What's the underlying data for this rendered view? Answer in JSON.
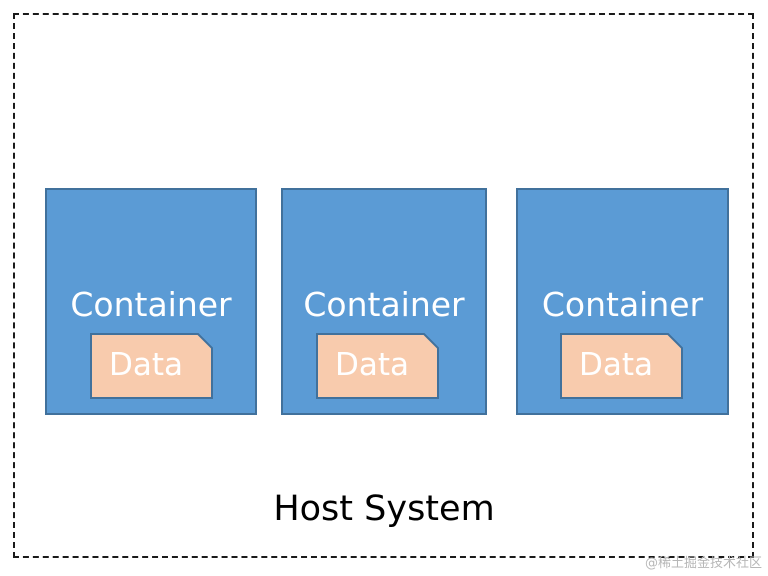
{
  "host": {
    "label": "Host System"
  },
  "containers": [
    {
      "label": "Container",
      "data_label": "Data"
    },
    {
      "label": "Container",
      "data_label": "Data"
    },
    {
      "label": "Container",
      "data_label": "Data"
    }
  ],
  "colors": {
    "container_fill": "#5b9bd5",
    "container_border": "#41719c",
    "data_fill": "#f8cbad",
    "data_border": "#41719c",
    "host_border": "#1a1a1a"
  },
  "watermark": {
    "text": "@稀土掘金技术社区"
  }
}
